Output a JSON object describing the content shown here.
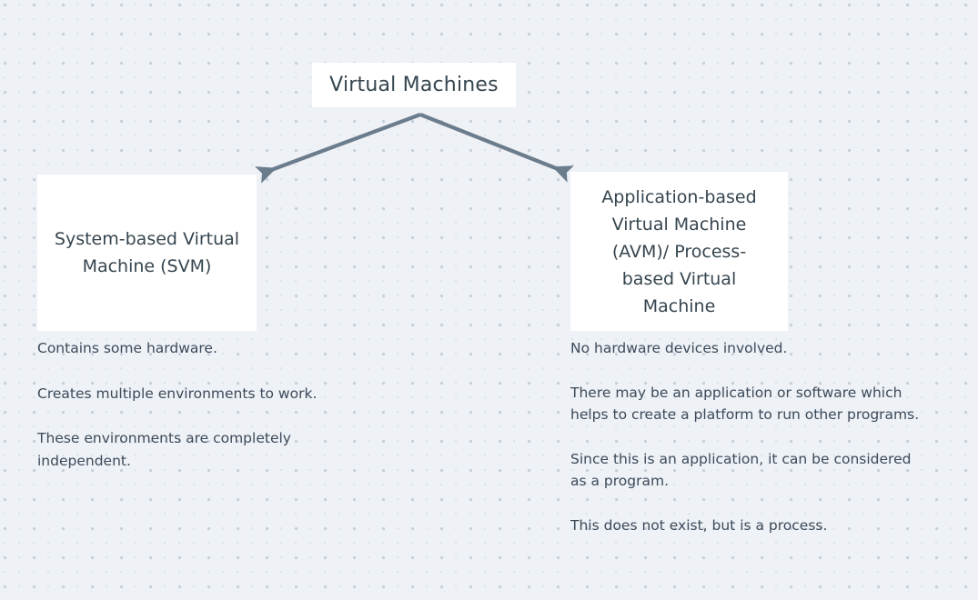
{
  "canvas": {
    "background_color": "#eef1f5",
    "dot_color": "#c6cfdb",
    "node_fill": "#ffffff",
    "connector_color": "#6b7c8c",
    "heading_text_color": "#36454f",
    "body_text_color": "#3c4a5a"
  },
  "diagram_data": {
    "type": "tree-diagram",
    "root": {
      "id": "node-root",
      "label": "Virtual Machines"
    },
    "branches": [
      {
        "id": "node-svm",
        "label": "System-based Virtual\nMachine (SVM)",
        "notes": [
          "Contains some hardware.",
          "Creates multiple environments to work.",
          "These environments are completely\nindependent."
        ]
      },
      {
        "id": "node-avm",
        "label": "Application-based\nVirtual Machine\n(AVM)/ Process-\nbased Virtual\nMachine",
        "notes": [
          "No hardware devices involved.",
          "There may be an application or software which\nhelps to create a platform to run other programs.",
          "Since this is an application, it can be considered\n as a program.",
          "This does not exist, but is a process."
        ]
      }
    ],
    "connectors": [
      {
        "name": "arrow-root-to-svm",
        "from": "node-root",
        "to": "node-svm",
        "style": "single-arrow"
      },
      {
        "name": "arrow-root-to-avm",
        "from": "node-root",
        "to": "node-avm",
        "style": "single-arrow"
      }
    ]
  }
}
